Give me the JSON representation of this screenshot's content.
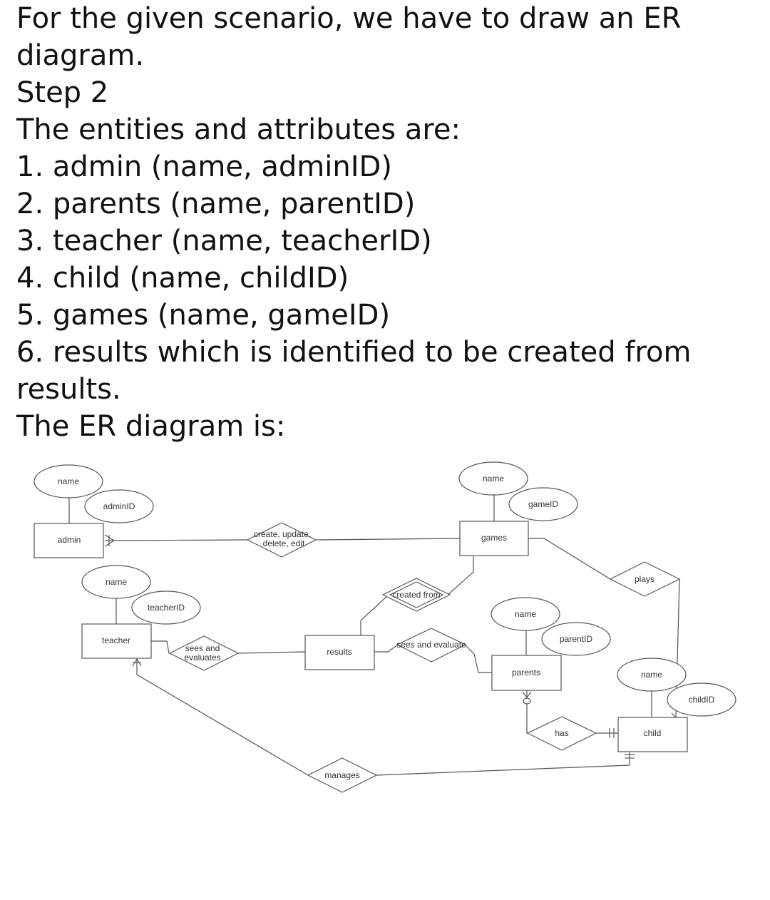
{
  "lines": [
    "For the given scenario, we have to draw an ER",
    "diagram.",
    "Step 2",
    "The entities and attributes are:",
    "1. admin (name, adminID)",
    "2. parents (name, parentID)",
    "3. teacher (name, teacherID)",
    "4. child (name, childID)",
    "5. games (name, gameID)",
    "6. results which is identified to be created from",
    "results.",
    "The ER diagram is:"
  ],
  "diagram": {
    "entities": {
      "admin": "admin",
      "games": "games",
      "teacher": "teacher",
      "results": "results",
      "parents": "parents",
      "child": "child"
    },
    "attributes": {
      "admin_name": "name",
      "admin_id": "adminID",
      "games_name": "name",
      "games_id": "gameID",
      "teacher_name": "name",
      "teacher_id": "teacherID",
      "parents_name": "name",
      "parents_id": "parentID",
      "child_name": "name",
      "child_id": "childID"
    },
    "relationships": {
      "create_update_line1": "create, update,",
      "create_update_line2": "delete, edit",
      "created_from": "created from",
      "plays": "plays",
      "teacher_sees_line1": "sees and",
      "teacher_sees_line2": "evaluates",
      "parents_sees": "sees and evaluate",
      "has": "has",
      "manages": "manages"
    }
  }
}
